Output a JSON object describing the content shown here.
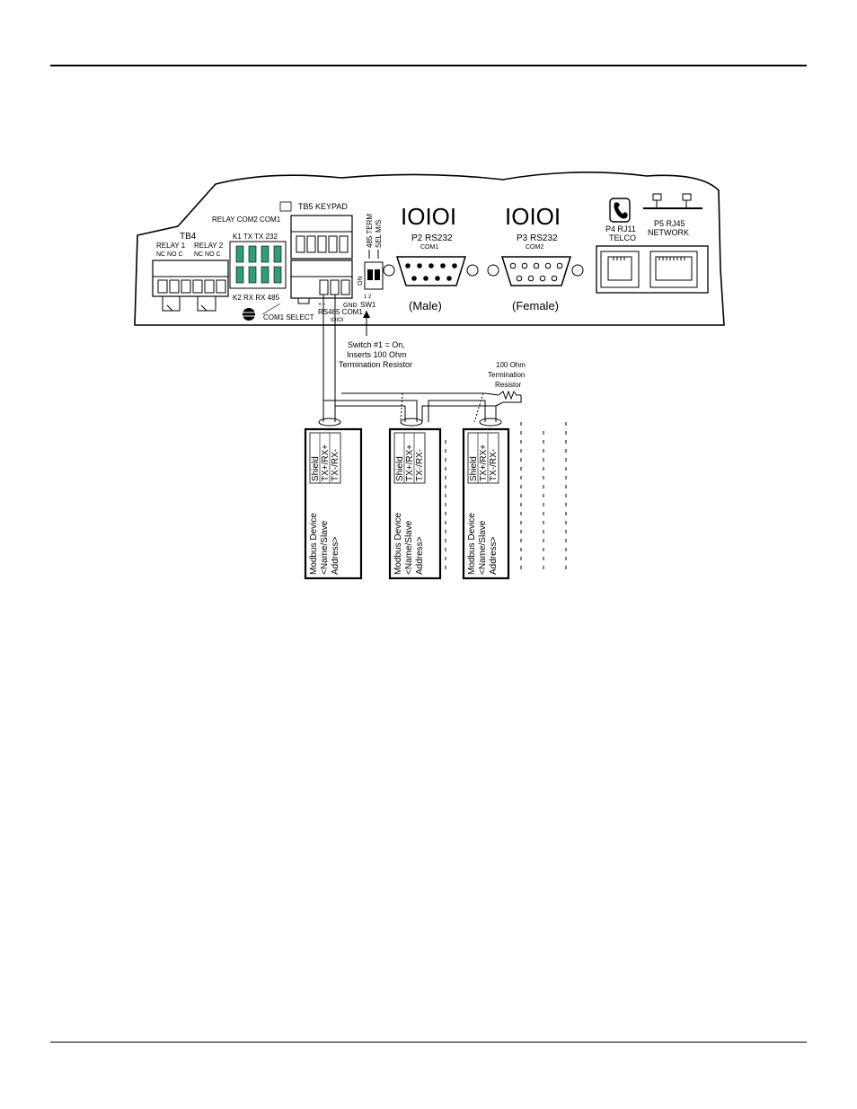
{
  "labels": {
    "tb4": "TB4",
    "relay1": "RELAY 1",
    "relay2": "RELAY 2",
    "relay_contacts": "NC NO C",
    "relay_top": "RELAY COM2 COM1",
    "sel_top": "K1  TX   TX   232",
    "sel_bottom": "K2  RX   RX   485",
    "com1_select": "COM1 SELECT",
    "tb5_keypad": "TB5 KEYPAD",
    "plus_minus": "+    -",
    "gnd": "GND",
    "rs485_com1": "RS485 COM1",
    "ioioi_small": "IOIOI",
    "term_485": "485 TERM",
    "sel_ms": "SEL M/S",
    "on": "ON",
    "sw1": "SW1",
    "sw_num": "1   2",
    "ioioi": "IOIOI",
    "p2": "P2 RS232",
    "com1": "COM1",
    "male": "(Male)",
    "p3": "P3 RS232",
    "com2": "COM2",
    "female": "(Female)",
    "p4_line1": "P4 RJ11",
    "p4_line2": "TELCO",
    "p5_line1": "P5 RJ45",
    "p5_line2": "NETWORK",
    "switch_note1": "Switch #1 = On,",
    "switch_note2": "Inserts 100 Ohm",
    "switch_note3": "Termination Resistor",
    "resistor1": "100 Ohm",
    "resistor2": "Termination",
    "resistor3": "Resistor",
    "shield": "Shield",
    "txrx_plus": "TX+/RX+",
    "txrx_minus": "TX-/RX-",
    "dev_line1": "Modbus Device",
    "dev_line2": "<Name/Slave",
    "dev_line3": "Address>"
  }
}
